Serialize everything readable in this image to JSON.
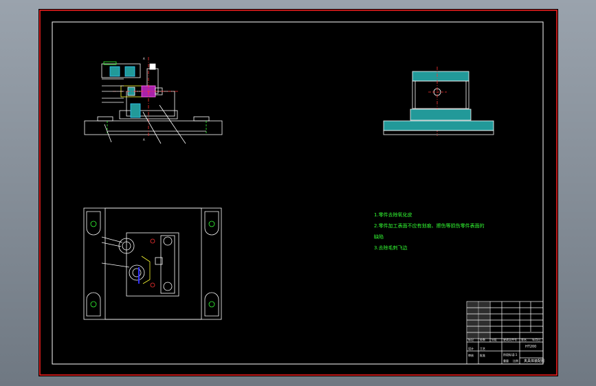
{
  "drawing": {
    "notes": [
      "1.零件去除氧化皮",
      "2.零件加工表面不应有划痕、擦伤等损伤零件表面的",
      "缺陷",
      "3.去除毛刺飞边"
    ],
    "title_block": {
      "name": "夹具体装配图",
      "material": "HT200",
      "sign_cells": [
        "标记",
        "处数",
        "分区",
        "更改文件号",
        "签名",
        "年月日"
      ],
      "scale_cells": [
        "阶段标记",
        "重量",
        "比例"
      ],
      "scale_value": "1:1",
      "rows_left": [
        "设计",
        "审核",
        "工艺",
        "批准"
      ]
    }
  }
}
